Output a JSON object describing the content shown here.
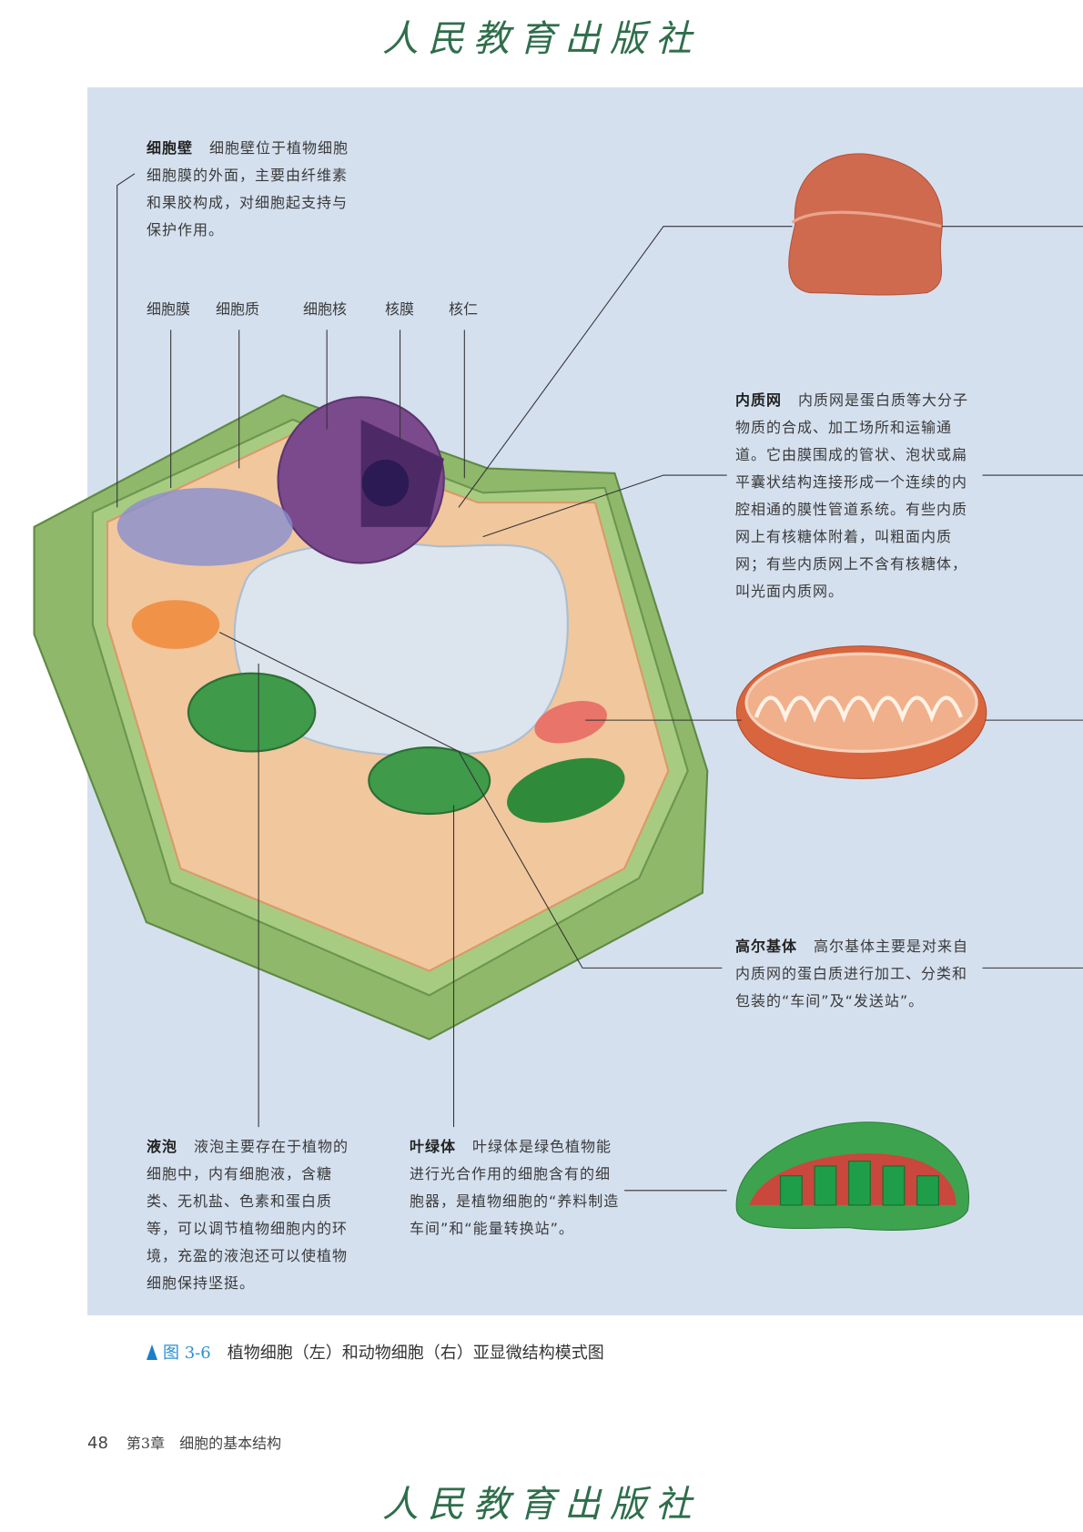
{
  "publisher_logo": "人民教育出版社",
  "labels": {
    "cell_wall": {
      "title": "细胞壁",
      "body": "细胞壁位于植物细胞细胞膜的外面，主要由纤维素和果胶构成，对细胞起支持与保护作用。"
    },
    "top_row": [
      "细胞膜",
      "细胞质",
      "细胞核",
      "核膜",
      "核仁"
    ],
    "er": {
      "title": "内质网",
      "body": "内质网是蛋白质等大分子物质的合成、加工场所和运输通道。它由膜围成的管状、泡状或扁平囊状结构连接形成一个连续的内腔相通的膜性管道系统。有些内质网上有核糖体附着，叫粗面内质网；有些内质网上不含有核糖体，叫光面内质网。"
    },
    "golgi": {
      "title": "高尔基体",
      "body": "高尔基体主要是对来自内质网的蛋白质进行加工、分类和包装的“车间”及“发送站”。"
    },
    "vacuole": {
      "title": "液泡",
      "body": "液泡主要存在于植物的细胞中，内有细胞液，含糖类、无机盐、色素和蛋白质等，可以调节植物细胞内的环境，充盈的液泡还可以使植物细胞保持坚挺。"
    },
    "chloroplast": {
      "title": "叶绿体",
      "body": "叶绿体是绿色植物能进行光合作用的细胞含有的细胞器，是植物细胞的“养料制造车间”和“能量转换站”。"
    }
  },
  "caption": {
    "number": "图 3-6",
    "text": "植物细胞（左）和动物细胞（右）亚显微结构模式图"
  },
  "footer": {
    "page": "48",
    "chapter": "第3章　细胞的基本结构"
  },
  "colors": {
    "panel": "#d5e0ef",
    "cell_wall": "#8fb86a",
    "accent": "#1a7fc8"
  }
}
